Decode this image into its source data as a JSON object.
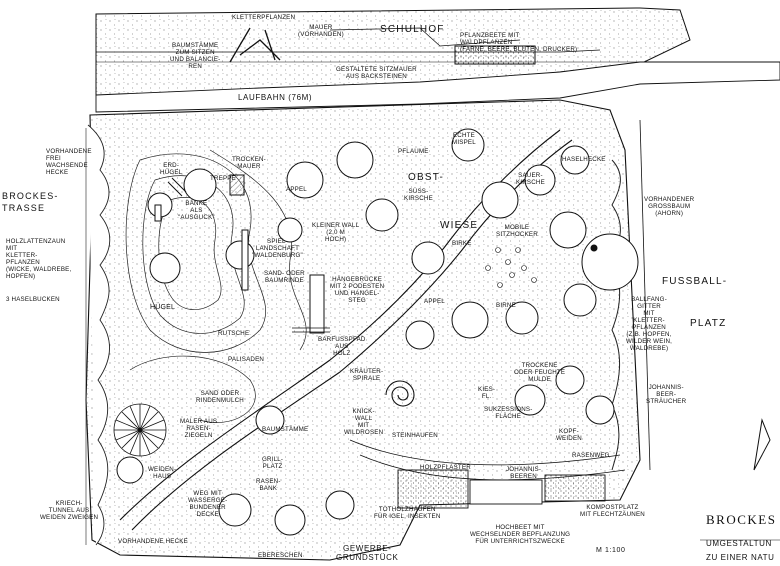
{
  "labels": {
    "schulhof": "SCHULHOF",
    "kletterpflanzen_top": "KLETTERPFLANZEN",
    "mauer": "MAUER\n(VORHANDEN)",
    "pflanzbeete": "PFLANZBEETE MIT\nWALDPFLANZEN\n(FARNE, BEERE, BLÜTEN, DRUCKER)",
    "baumstaemme": "BAUMSTÄMME\nZUM SITZEN\nUND BALANCIE-\nREN",
    "gestaltete_sitzmauer": "GESTALTETE SITZMAUER\nAUS BACKSTEINEN",
    "laufbahn": "LAUFBAHN (76m)",
    "vorhandene_hecke_left": "VORHANDENE\nFREI\nWACHSENDE\nHECKE",
    "brockes_trasse": "BROCKES-\nTRASSE",
    "holzlattenzaun": "HOLZLATTENZAUN\nMIT\nKLETTER-\nPFLANZEN\n(WICKE, WALDREBE,\nHOPFEN)",
    "haselbuecken": "3 HASELBUCKEN",
    "erdhuegel": "ERD-\nHÜGEL",
    "baenke": "BÄNKE\nALS\n\"AUSGUCK\"",
    "trockenmauer": "TROCKEN-\nMAUER",
    "treppe": "TREPPE",
    "appel_1": "APPEL",
    "spiellandschaft": "SPIEL-\nLANDSCHAFT\n\"WALDENBURG\"",
    "kleiner_wall": "KLEINER WALL\n(2,0 m\nHOCH)",
    "sand_baumrinde": "SAND- ODER\nBAUMRINDE",
    "haengebruecke": "HÄNGEBRÜCKE\nMIT 2 PODESTEN\nUND HANGEL-\nSTEG",
    "huegel": "HÜGEL",
    "rutsche": "RUTSCHE",
    "palisaden": "PALISADEN",
    "sand_rindenmulch": "SAND ODER\nRINDENMULCH",
    "barfusspfad": "BARFUSSPFAD\nAUS\nHOLZ",
    "kraeuterspirale": "KRÄUTER-\nSPIRALE",
    "maler_rasen": "MALER AUS\nRASEN-\nZIEGELN",
    "baumstaemme_2": "BAUMSTÄMME",
    "knickwall": "KNICK-\nWALL\nMIT\nWILDROSEN",
    "steinhaufen": "STEINHAUFEN",
    "grillplatz": "GRILL-\nPLATZ",
    "weidenhaus": "WEIDEN-\nHAUS",
    "rasenbank": "RASEN-\nBANK",
    "weg_wasser": "WEG MIT\nWASSERGE-\nBUNDENER\nDECKE",
    "kriechtunnel": "KRIECH-\nTUNNEL AUS\nWEIDEN ZWEIGEN",
    "vorhandene_hecke_bottom": "VORHANDENE HECKE",
    "ebereschen": "EBERESCHEN",
    "gewerbegrund": "GEWERBE-\nGRUNDSTÜCK",
    "totholzhaufen": "TOTHOLZHAUFEN\nFÜR IGEL, INSEKTEN",
    "holzpflaster": "HOLZPFLASTER",
    "johannisbeeren_bottom": "JOHANNIS-\nBEEREN",
    "hochbeet": "HOCHBEET MIT\nWECHSELNDER BEPFLANZUNG\nFÜR UNTERRICHTSZWECKE",
    "m_scale": "M 1:100",
    "pflaume": "PFLAUME",
    "echte_mispel": "ECHTE\nMISPEL",
    "obst": "OBST-",
    "wiese": "WIESE",
    "suesskirsche": "SÜSS-\nKIRSCHE",
    "sauerkirsche": "SAUER-\nKIRSCHE",
    "haselhecke": "HASELHECKE",
    "vorhandener_grossbaum": "VORHANDENER\nGROSSBAUM\n(AHORN)",
    "birke_1": "BIRKE",
    "mobile_sitzhocker": "MOBILE\nSITZHOCKER",
    "appel_2": "APPEL",
    "birne": "BIRNE",
    "fussball": "FUSSBALL-",
    "platz": "PLATZ",
    "ballfang": "BALLFANG-\nGITTER\nMIT\nKLETTER-\nPFLANZEN\n(Z.B. HOPFEN,\nWILDER WEIN,\nWALDREBE)",
    "trockene_mulde": "TROCKENE\nODER FEUCHTE\nMULDE",
    "kies": "KIES-\nFL.",
    "sukzessionsflaeche": "SUKZESSIONS-\nFLÄCHE",
    "kopfweiden": "KOPF-\nWEIDEN",
    "johannisbeer_right": "JOHANNIS-\nBEER-\nSTRÄUCHER",
    "rasenweg": "RASENWEG",
    "kompostplatz": "KOMPOSTPLATZ\nMIT FLECHTZÄUNEN",
    "brockes_title": "BROCKES",
    "umgestaltung": "UMGESTALTUN",
    "natur": "ZU EINER NATU"
  }
}
